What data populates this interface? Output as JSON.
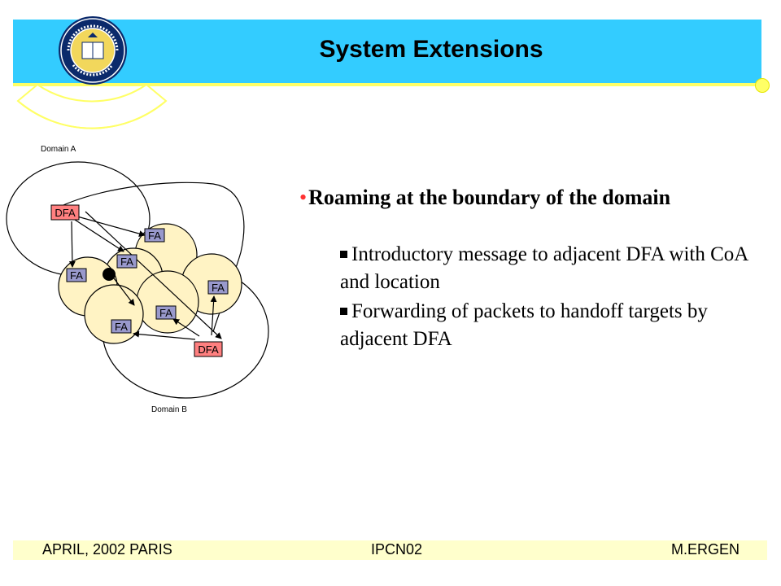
{
  "slide": {
    "title": "System Extensions"
  },
  "diagram": {
    "domain_a_label": "Domain A",
    "domain_b_label": "Domain B",
    "dfa_label": "DFA",
    "fa_label": "FA"
  },
  "content": {
    "main_bullet": "Roaming at the boundary of the domain",
    "sub_bullets": [
      "Introductory message to adjacent DFA with CoA and location",
      "Forwarding of packets to handoff targets by adjacent DFA"
    ]
  },
  "footer": {
    "left": "APRIL, 2002 PARIS",
    "center": "IPCN02",
    "right": "M.ERGEN"
  },
  "colors": {
    "header": "#33ccff",
    "accent": "#ffff66",
    "dfa_box": "#ff8080",
    "fa_box": "#9999cc",
    "cell_fill": "#fff3c4"
  }
}
